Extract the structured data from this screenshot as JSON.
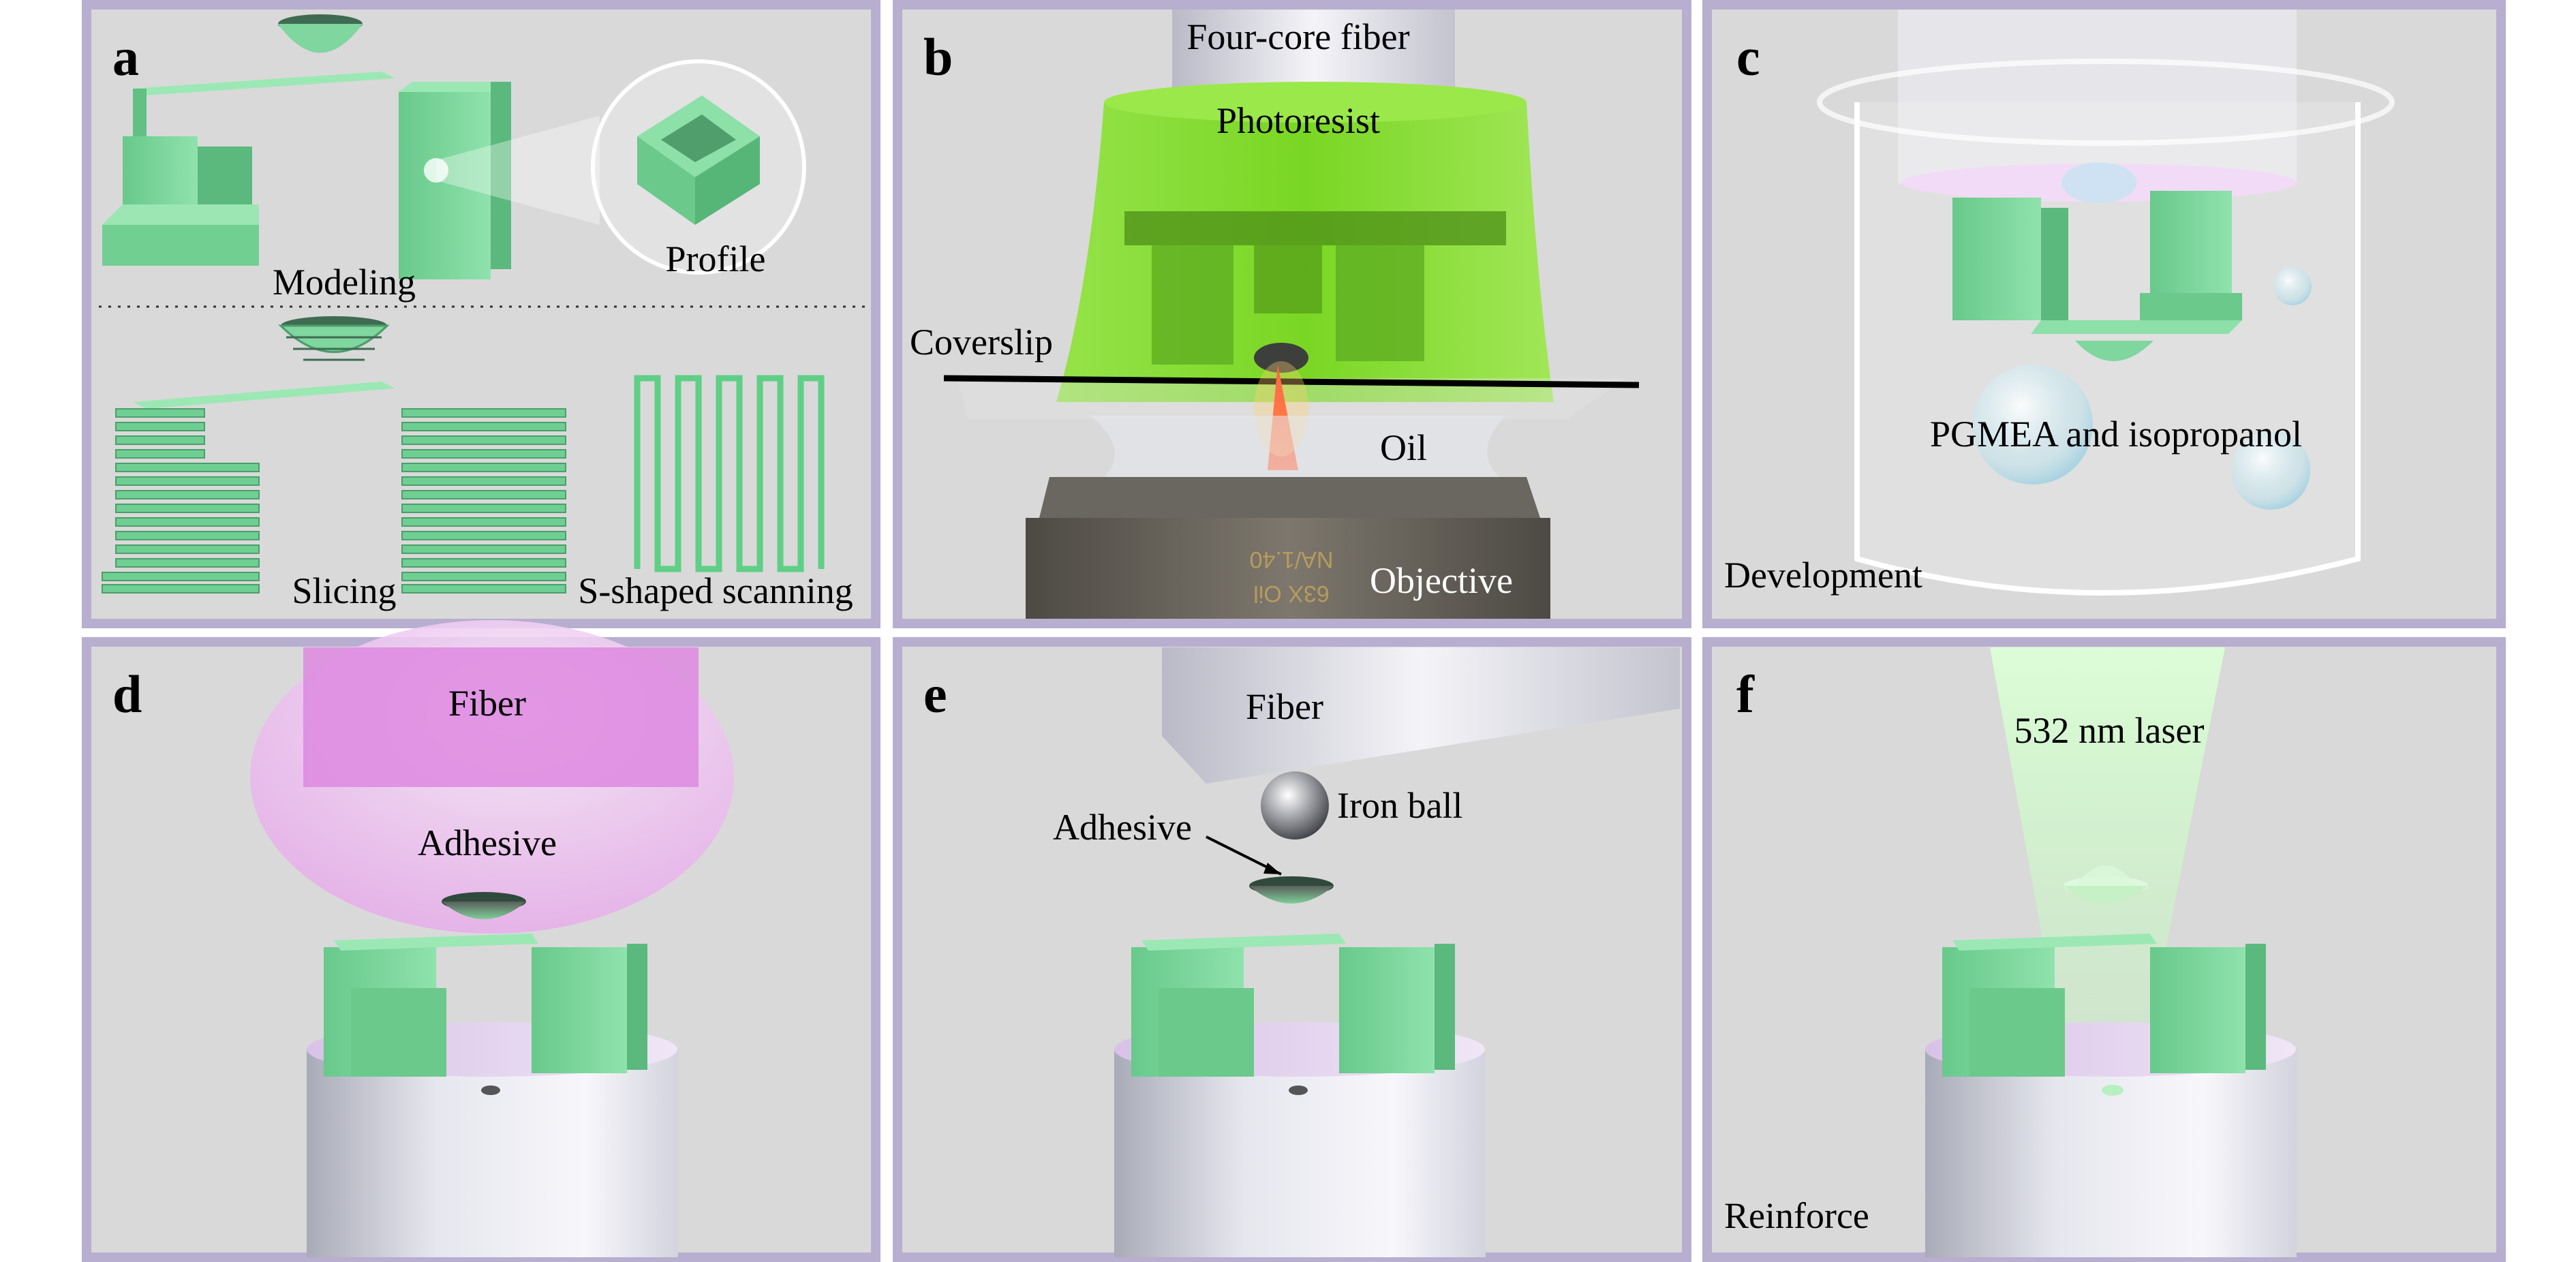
{
  "panels": {
    "a": {
      "label": "a",
      "modeling": "Modeling",
      "profile": "Profile",
      "slicing": "Slicing",
      "scanning": "S-shaped scanning"
    },
    "b": {
      "label": "b",
      "fiber": "Four-core fiber",
      "photoresist": "Photoresist",
      "coverslip": "Coverslip",
      "oil": "Oil",
      "objective": "Objective",
      "engraving_1": "63X Oil",
      "engraving_2": "NA/1.40"
    },
    "c": {
      "label": "c",
      "solution": "PGMEA and isopropanol",
      "step": "Development"
    },
    "d": {
      "label": "d",
      "fiber": "Fiber",
      "adhesive": "Adhesive"
    },
    "e": {
      "label": "e",
      "fiber": "Fiber",
      "iron_ball": "Iron ball",
      "adhesive": "Adhesive"
    },
    "f": {
      "label": "f",
      "laser": "532 nm laser",
      "step": "Reinforce"
    }
  },
  "colors": {
    "panel_background": "#d9d9d9",
    "panel_border": "#b7aed0",
    "structure_green": "#7fd69e",
    "photoresist_green": "#7fe21c",
    "laser_red": "#ff1a1a",
    "adhesive_pink": "#e9a8ea"
  }
}
